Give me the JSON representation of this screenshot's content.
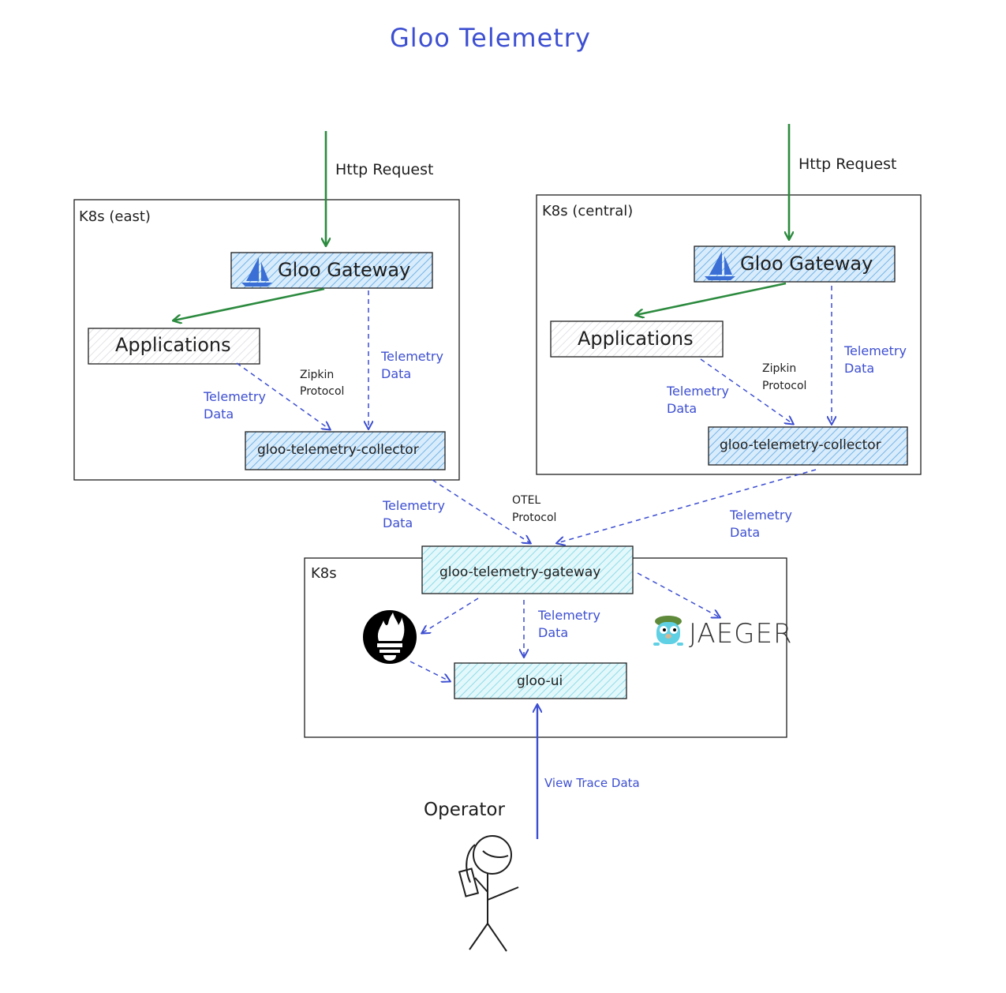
{
  "title": "Gloo Telemetry",
  "east": {
    "cluster_label": "K8s (east)",
    "http_request": "Http Request",
    "gateway": "Gloo Gateway",
    "applications": "Applications",
    "collector": "gloo-telemetry-collector",
    "zipkin": [
      "Zipkin",
      "Protocol"
    ],
    "telemetry_left": [
      "Telemetry",
      "Data"
    ],
    "telemetry_right": [
      "Telemetry",
      "Data"
    ]
  },
  "central": {
    "cluster_label": "K8s (central)",
    "http_request": "Http Request",
    "gateway": "Gloo Gateway",
    "applications": "Applications",
    "collector": "gloo-telemetry-collector",
    "zipkin": [
      "Zipkin",
      "Protocol"
    ],
    "telemetry_left": [
      "Telemetry",
      "Data"
    ],
    "telemetry_right": [
      "Telemetry",
      "Data"
    ]
  },
  "mgmt": {
    "cluster_label": "K8s",
    "telemetry_gateway": "gloo-telemetry-gateway",
    "ui": "gloo-ui",
    "telemetry_mid": [
      "Telemetry",
      "Data"
    ],
    "jaeger": "JAEGER"
  },
  "links": {
    "otel": [
      "OTEL",
      "Protocol"
    ],
    "telemetry_from_east": [
      "Telemetry",
      "Data"
    ],
    "telemetry_from_central": [
      "Telemetry",
      "Data"
    ],
    "view_trace": "View Trace Data"
  },
  "operator": "Operator",
  "colors": {
    "accent_blue": "#3d4fd1",
    "http_green": "#2b8a3e",
    "box_fill_blue": "#a5d8ff",
    "box_fill_teal": "#99e9f2"
  }
}
